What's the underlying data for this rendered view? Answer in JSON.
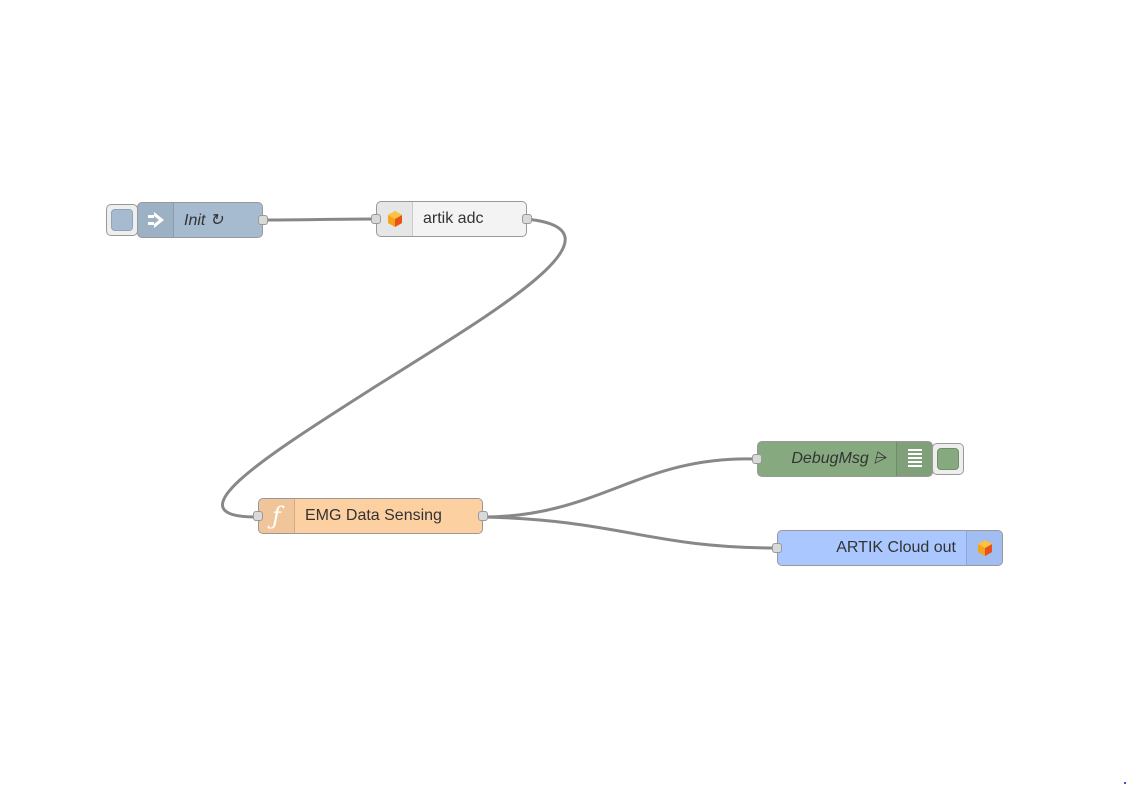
{
  "flow": {
    "nodes": [
      {
        "id": "init",
        "label": "Init ↻",
        "type": "inject",
        "color": "#a6bbcf",
        "icon": "arrow-in-icon",
        "italic": true
      },
      {
        "id": "adc",
        "label": "artik adc",
        "type": "artik-adc",
        "color": "#f3f3f3",
        "icon": "artik-cube-icon",
        "italic": false
      },
      {
        "id": "func",
        "label": "EMG Data Sensing",
        "type": "function",
        "color": "#fdd0a2",
        "icon": "function-icon",
        "italic": false
      },
      {
        "id": "debug",
        "label": "DebugMsg ⩥",
        "type": "debug",
        "color": "#87a980",
        "icon": "debug-list-icon",
        "italic": true
      },
      {
        "id": "cloud",
        "label": "ARTIK Cloud out",
        "type": "artik-cloud-out",
        "color": "#aac8ff",
        "icon": "artik-cube-icon",
        "italic": false
      }
    ],
    "wires": [
      [
        "init",
        "adc"
      ],
      [
        "adc",
        "func"
      ],
      [
        "func",
        "debug"
      ],
      [
        "func",
        "cloud"
      ]
    ]
  }
}
